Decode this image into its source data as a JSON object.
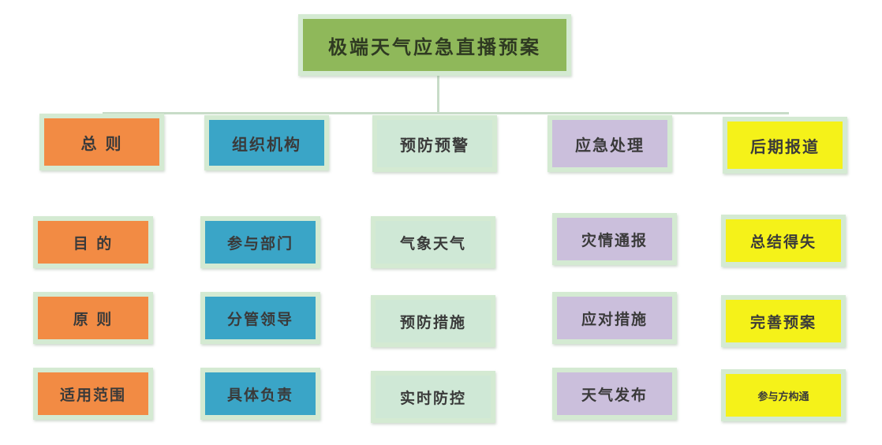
{
  "title": "极端天气应急直播预案",
  "columns": [
    {
      "heading": "总  则",
      "items": [
        "目  的",
        "原  则",
        "适用范围"
      ]
    },
    {
      "heading": "组织机构",
      "items": [
        "参与部门",
        "分管领导",
        "具体负责"
      ]
    },
    {
      "heading": "预防预警",
      "items": [
        "气象天气",
        "预防措施",
        "实时防控"
      ]
    },
    {
      "heading": "应急处理",
      "items": [
        "灾情通报",
        "应对措施",
        "天气发布"
      ]
    },
    {
      "heading": "后期报道",
      "items": [
        "总结得失",
        "完善预案",
        "参与方构通"
      ]
    }
  ],
  "colors": {
    "root": "#8fb85a",
    "col0": "#f28b44",
    "col1": "#3aa5c7",
    "col2": "#cfe8d6",
    "col3": "#cbbfdc",
    "col4": "#f5f219",
    "border": "#d4ead2"
  }
}
